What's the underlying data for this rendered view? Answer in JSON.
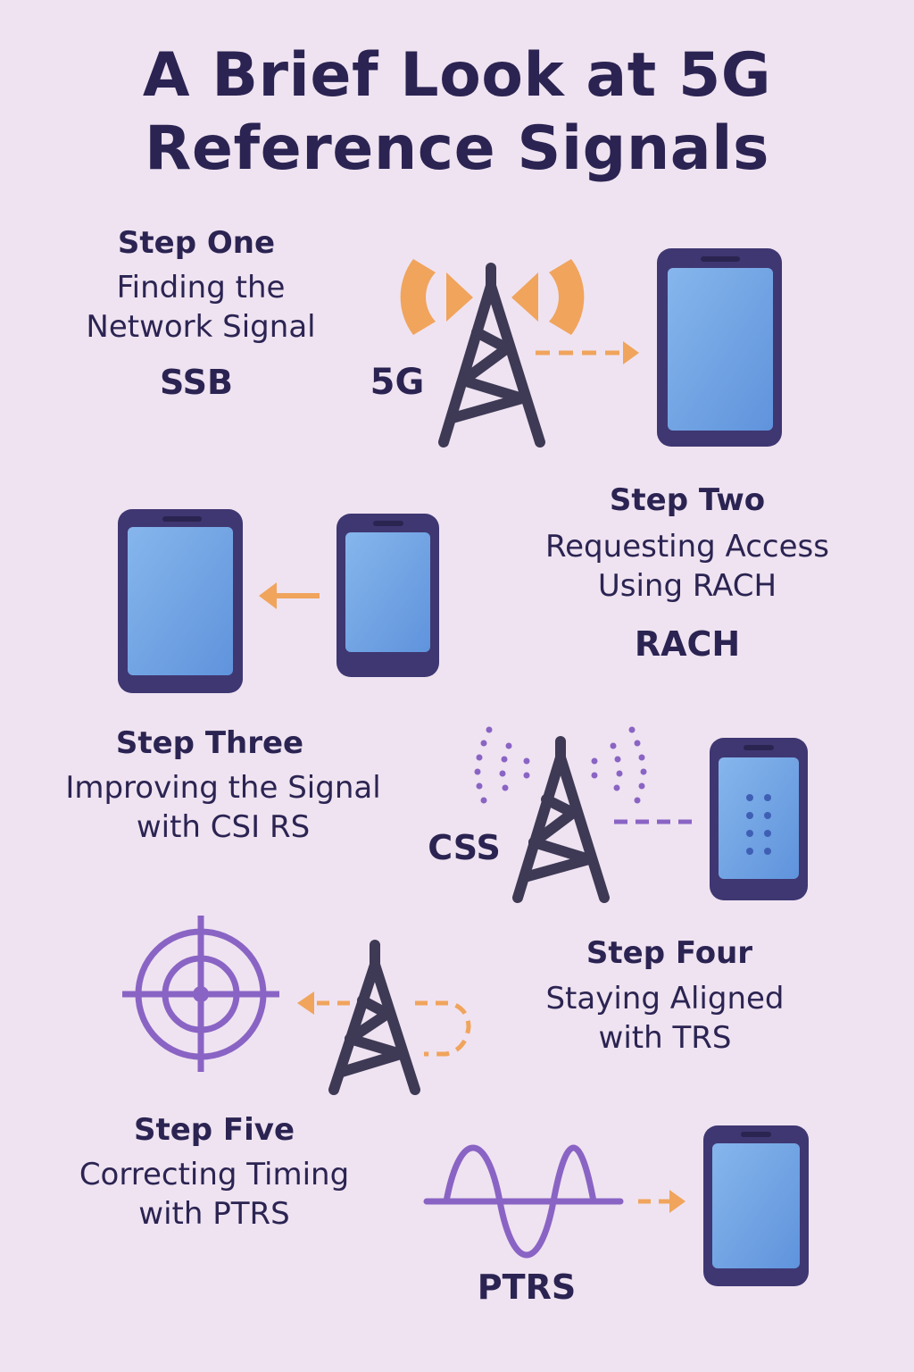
{
  "title": {
    "line1": "A Brief Look at 5G",
    "line2": "Reference Signals"
  },
  "colors": {
    "background": "#efe3f1",
    "ink": "#2b2452",
    "tower": "#3e3a55",
    "device_frame": "#3f3772",
    "screen": "#6a9fe0",
    "orange": "#f0a45c",
    "purple": "#8a64c4"
  },
  "steps": [
    {
      "heading": "Step One",
      "desc1": "Finding the",
      "desc2": "Network Signal",
      "code": "SSB",
      "tower_label": "5G"
    },
    {
      "heading": "Step Two",
      "desc1": "Requesting Access",
      "desc2": "Using RACH",
      "code": "RACH"
    },
    {
      "heading": "Step Three",
      "desc1": "Improving the Signal",
      "desc2": "with CSI RS",
      "code": "CSS"
    },
    {
      "heading": "Step Four",
      "desc1": "Staying Aligned",
      "desc2": "with TRS"
    },
    {
      "heading": "Step Five",
      "desc1": "Correcting Timing",
      "desc2": "with PTRS",
      "code": "PTRS"
    }
  ],
  "icons": {
    "tower": "cell-tower-icon",
    "phone": "smartphone-icon",
    "tablet": "tablet-icon",
    "target": "target-icon",
    "wave": "sine-wave-icon"
  }
}
